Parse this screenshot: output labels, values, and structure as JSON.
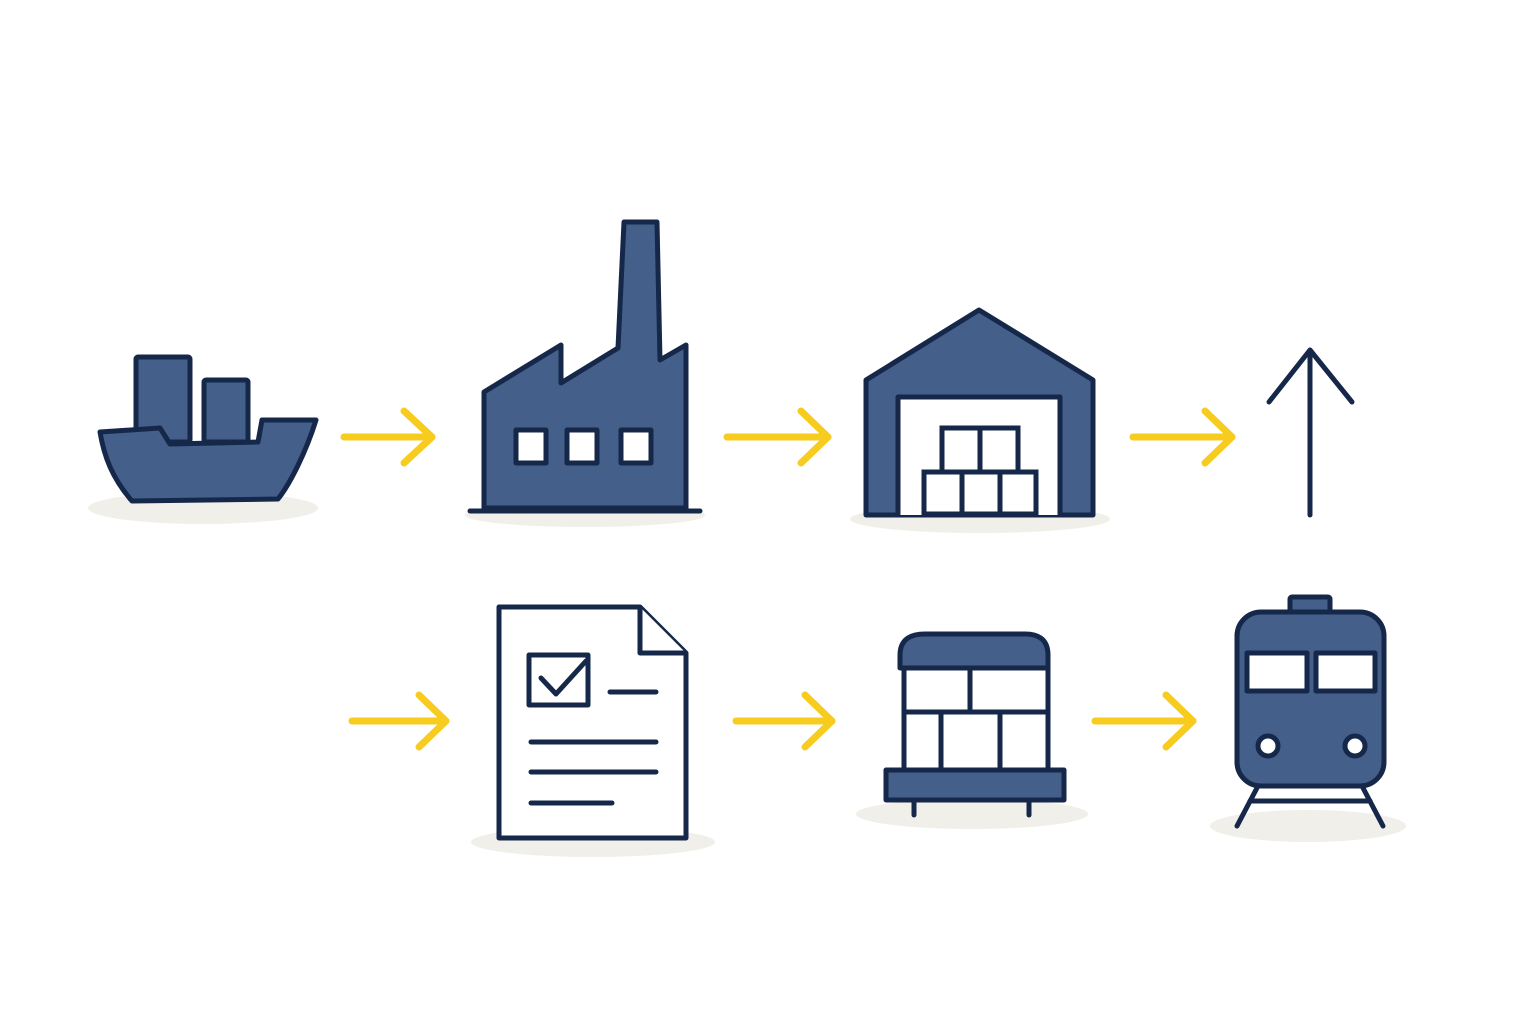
{
  "colors": {
    "background": "#ffffff",
    "icon_fill": "#445f8a",
    "outline": "#16284a",
    "arrow": "#f7cc1f",
    "shadow": "#f1efea",
    "window_fill": "#ffffff"
  },
  "nodes": [
    {
      "id": "ship",
      "icon": "cargo-ship-icon"
    },
    {
      "id": "factory",
      "icon": "factory-icon"
    },
    {
      "id": "warehouse",
      "icon": "warehouse-icon"
    },
    {
      "id": "document",
      "icon": "checklist-document-icon"
    },
    {
      "id": "pallet",
      "icon": "pallet-cart-icon"
    },
    {
      "id": "train",
      "icon": "train-icon"
    }
  ],
  "connectors": [
    {
      "from": "ship",
      "to": "factory",
      "icon": "arrow-right-icon"
    },
    {
      "from": "factory",
      "to": "warehouse",
      "icon": "arrow-right-icon"
    },
    {
      "from": "warehouse",
      "to": "up-arrow",
      "icon": "arrow-right-icon"
    },
    {
      "from": "train",
      "to": "warehouse-row",
      "icon": "arrow-up-icon"
    },
    {
      "from": "start",
      "to": "document",
      "icon": "arrow-right-icon"
    },
    {
      "from": "document",
      "to": "pallet",
      "icon": "arrow-right-icon"
    },
    {
      "from": "pallet",
      "to": "train",
      "icon": "arrow-right-icon"
    }
  ]
}
